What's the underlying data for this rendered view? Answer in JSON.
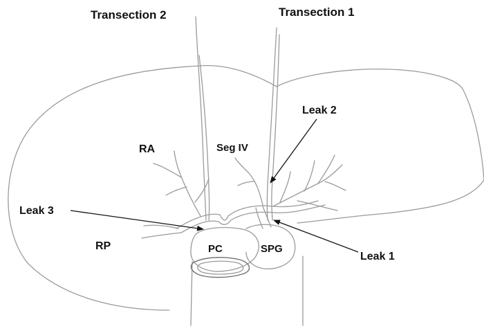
{
  "labels": {
    "transection_2": "Transection 2",
    "transection_1": "Transection 1",
    "leak_2": "Leak 2",
    "leak_3": "Leak 3",
    "leak_1": "Leak 1",
    "ra": "RA",
    "seg_iv": "Seg IV",
    "rp": "RP",
    "pc": "PC",
    "spg": "SPG"
  },
  "colors": {
    "line": "#9a9a9a",
    "arrow": "#111111",
    "text": "#111111"
  }
}
